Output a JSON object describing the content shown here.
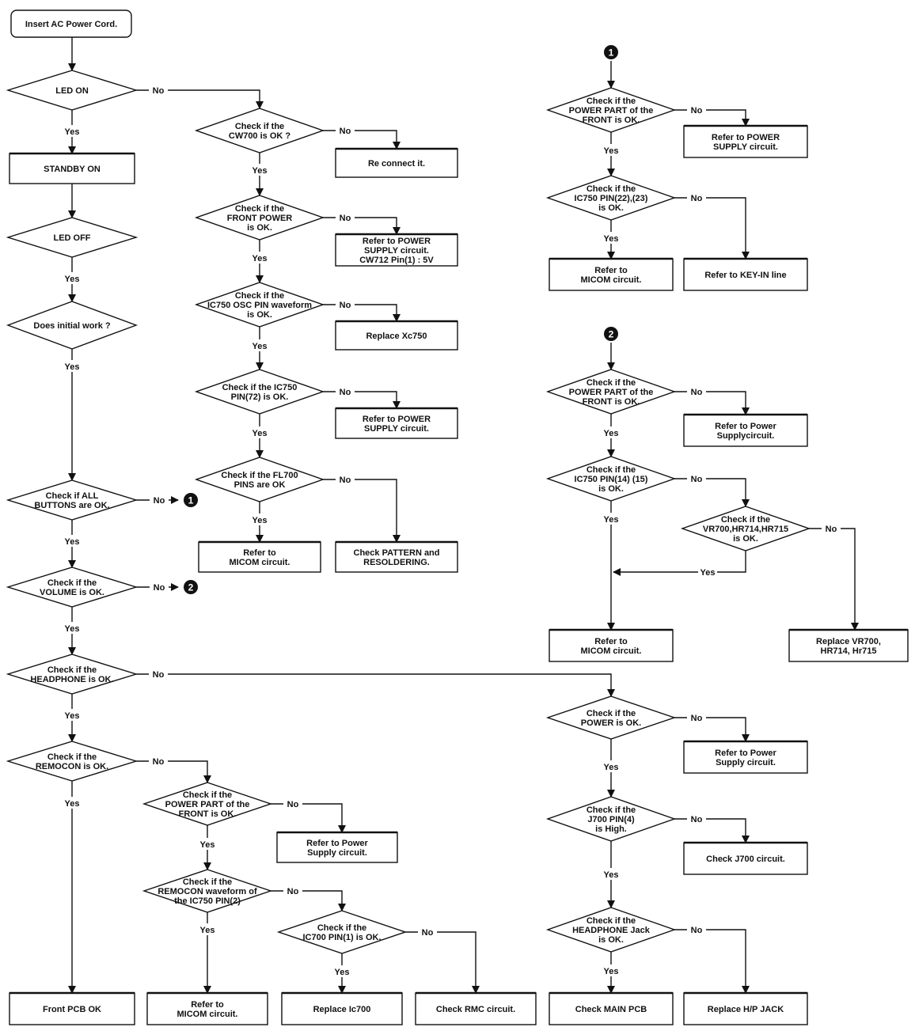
{
  "nodes": {
    "insert": [
      "Insert AC Power Cord."
    ],
    "led_on": [
      "LED ON"
    ],
    "standby": [
      "STANDBY ON"
    ],
    "led_off": [
      "LED OFF"
    ],
    "initial": [
      "Does initial work ?"
    ],
    "all_buttons": [
      "Check if ALL",
      "BUTTONS are OK."
    ],
    "volume": [
      "Check if the",
      "VOLUME is OK."
    ],
    "headphone": [
      "Check if the",
      "HEADPHONE is OK."
    ],
    "remocon": [
      "Check if the",
      "REMOCON is OK."
    ],
    "front_pcb_ok": [
      "Front PCB OK"
    ],
    "cw700": [
      "Check if the",
      "CW700 is OK ?"
    ],
    "reconnect": [
      "Re connect it."
    ],
    "front_power": [
      "Check if the",
      "FRONT POWER",
      "is OK."
    ],
    "refer_power_5v": [
      "Refer to POWER",
      "SUPPLY circuit.",
      "CW712 Pin(1) : 5V"
    ],
    "osc": [
      "Check if the",
      "IC750 OSC PIN waveform",
      "is OK."
    ],
    "replace_xc750": [
      "Replace Xc750"
    ],
    "pin72": [
      "Check if the IC750",
      "PIN(72) is OK."
    ],
    "refer_power_b": [
      "Refer to POWER",
      "SUPPLY circuit."
    ],
    "fl700": [
      "Check if the FL700",
      "PINS are OK"
    ],
    "micom_a": [
      "Refer to",
      "MICOM circuit."
    ],
    "pattern": [
      "Check PATTERN and",
      "RESOLDERING."
    ],
    "power_part_rem": [
      "Check if the",
      "POWER PART of the",
      "FRONT is OK."
    ],
    "refer_power_rem": [
      "Refer to Power",
      "Supply circuit."
    ],
    "remocon_wave": [
      "Check if the",
      "REMOCON waveform of",
      "the IC750 PIN(2)"
    ],
    "ic700": [
      "Check if the",
      "IC700 PIN(1) is OK."
    ],
    "micom_rem": [
      "Refer to",
      "MICOM circuit."
    ],
    "replace_ic700": [
      "Replace Ic700"
    ],
    "check_rmc": [
      "Check RMC circuit."
    ],
    "power_part_1": [
      "Check if the",
      "POWER PART of the",
      "FRONT is OK."
    ],
    "refer_power_1": [
      "Refer to POWER",
      "SUPPLY circuit."
    ],
    "pin22": [
      "Check if the",
      "IC750 PIN(22),(23)",
      "is OK."
    ],
    "micom_1": [
      "Refer to",
      "MICOM circuit."
    ],
    "keyin": [
      "Refer to KEY-IN line"
    ],
    "power_part_2": [
      "Check if the",
      "POWER PART of the",
      "FRONT is OK."
    ],
    "refer_power_2": [
      "Refer to Power",
      "Supplycircuit."
    ],
    "pin14": [
      "Check if the",
      "IC750 PIN(14) (15)",
      "is OK."
    ],
    "vr700": [
      "Check if the",
      "VR700,HR714,HR715",
      "is OK."
    ],
    "micom_2": [
      "Refer to",
      "MICOM circuit."
    ],
    "replace_vr700": [
      "Replace VR700,",
      "HR714, Hr715"
    ],
    "power_hp": [
      "Check if the",
      "POWER is OK."
    ],
    "refer_power_hp": [
      "Refer to Power",
      "Supply circuit."
    ],
    "j700": [
      "Check if the",
      "J700 PIN(4)",
      "is High."
    ],
    "check_j700": [
      "Check J700 circuit."
    ],
    "hp_jack": [
      "Check if the",
      "HEADPHONE Jack",
      "is OK."
    ],
    "main_pcb": [
      "Check MAIN PCB"
    ],
    "replace_hp": [
      "Replace H/P JACK"
    ]
  },
  "edge_labels": {
    "yes": "Yes",
    "no": "No"
  },
  "connectors": {
    "one": "1",
    "two": "2"
  }
}
